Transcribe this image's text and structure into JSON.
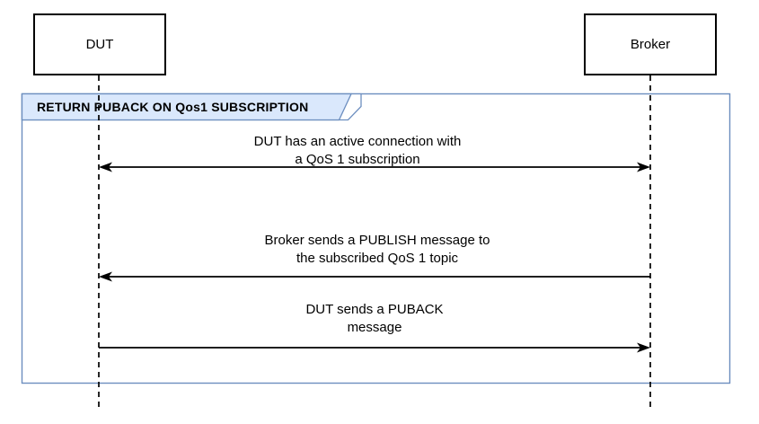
{
  "diagram": {
    "kind": "uml-sequence-diagram",
    "frame": {
      "title": "RETURN PUBACK ON Qos1 SUBSCRIPTION"
    },
    "actors": [
      {
        "name": "DUT"
      },
      {
        "name": "Broker"
      }
    ],
    "messages": [
      {
        "from": "DUT",
        "to": "Broker",
        "arrow": "bidirectional",
        "label_line1": "DUT has an active connection with",
        "label_line2": "a QoS 1 subscription"
      },
      {
        "from": "Broker",
        "to": "DUT",
        "arrow": "to-dut",
        "label_line1": "Broker sends a PUBLISH message to",
        "label_line2": "the subscribed QoS 1 topic"
      },
      {
        "from": "DUT",
        "to": "Broker",
        "arrow": "to-broker",
        "label_line1": "DUT sends a PUBACK",
        "label_line2": "message"
      }
    ],
    "colors": {
      "frame_border": "#6c8ebf",
      "frame_label_fill": "#dae8fc",
      "stroke": "#000000",
      "background": "#ffffff"
    }
  }
}
